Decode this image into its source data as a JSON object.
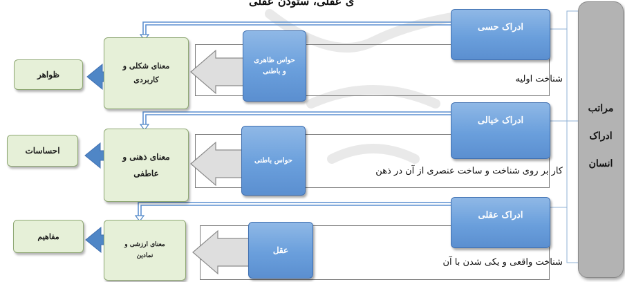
{
  "top_caption": "ی عقلی، ستودن عقلی",
  "levels_box": {
    "line1": "مراتب",
    "line2": "ادراک",
    "line3": "انسان"
  },
  "rows": [
    {
      "perception": "ادراک حسی",
      "faculty": "حواس ظاهری و باطنی",
      "meaning": "معنای شکلی و کاربردی",
      "outcome": "ظواهر",
      "description": "شناخت اولیه"
    },
    {
      "perception": "ادراک خیالی",
      "faculty": "حواس باطنی",
      "meaning": "معنای ذهنی و عاطفی",
      "outcome": "احساسات",
      "description": "کار بر روی شناخت و ساخت عنصری از آن در ذهن"
    },
    {
      "perception": "ادراک عقلی",
      "faculty": "عقل",
      "meaning": "معنای ارزشی و نمادین",
      "outcome": "مفاهیم",
      "description": "شناخت واقعی و یکی شدن با آن"
    }
  ],
  "colors": {
    "blue_box": "#6a9fdc",
    "green_box": "#e6f0d8",
    "grey_box": "#b3b3b3",
    "arrow_grey": "#d9d9d9",
    "arrow_blue": "#4f86c6"
  }
}
